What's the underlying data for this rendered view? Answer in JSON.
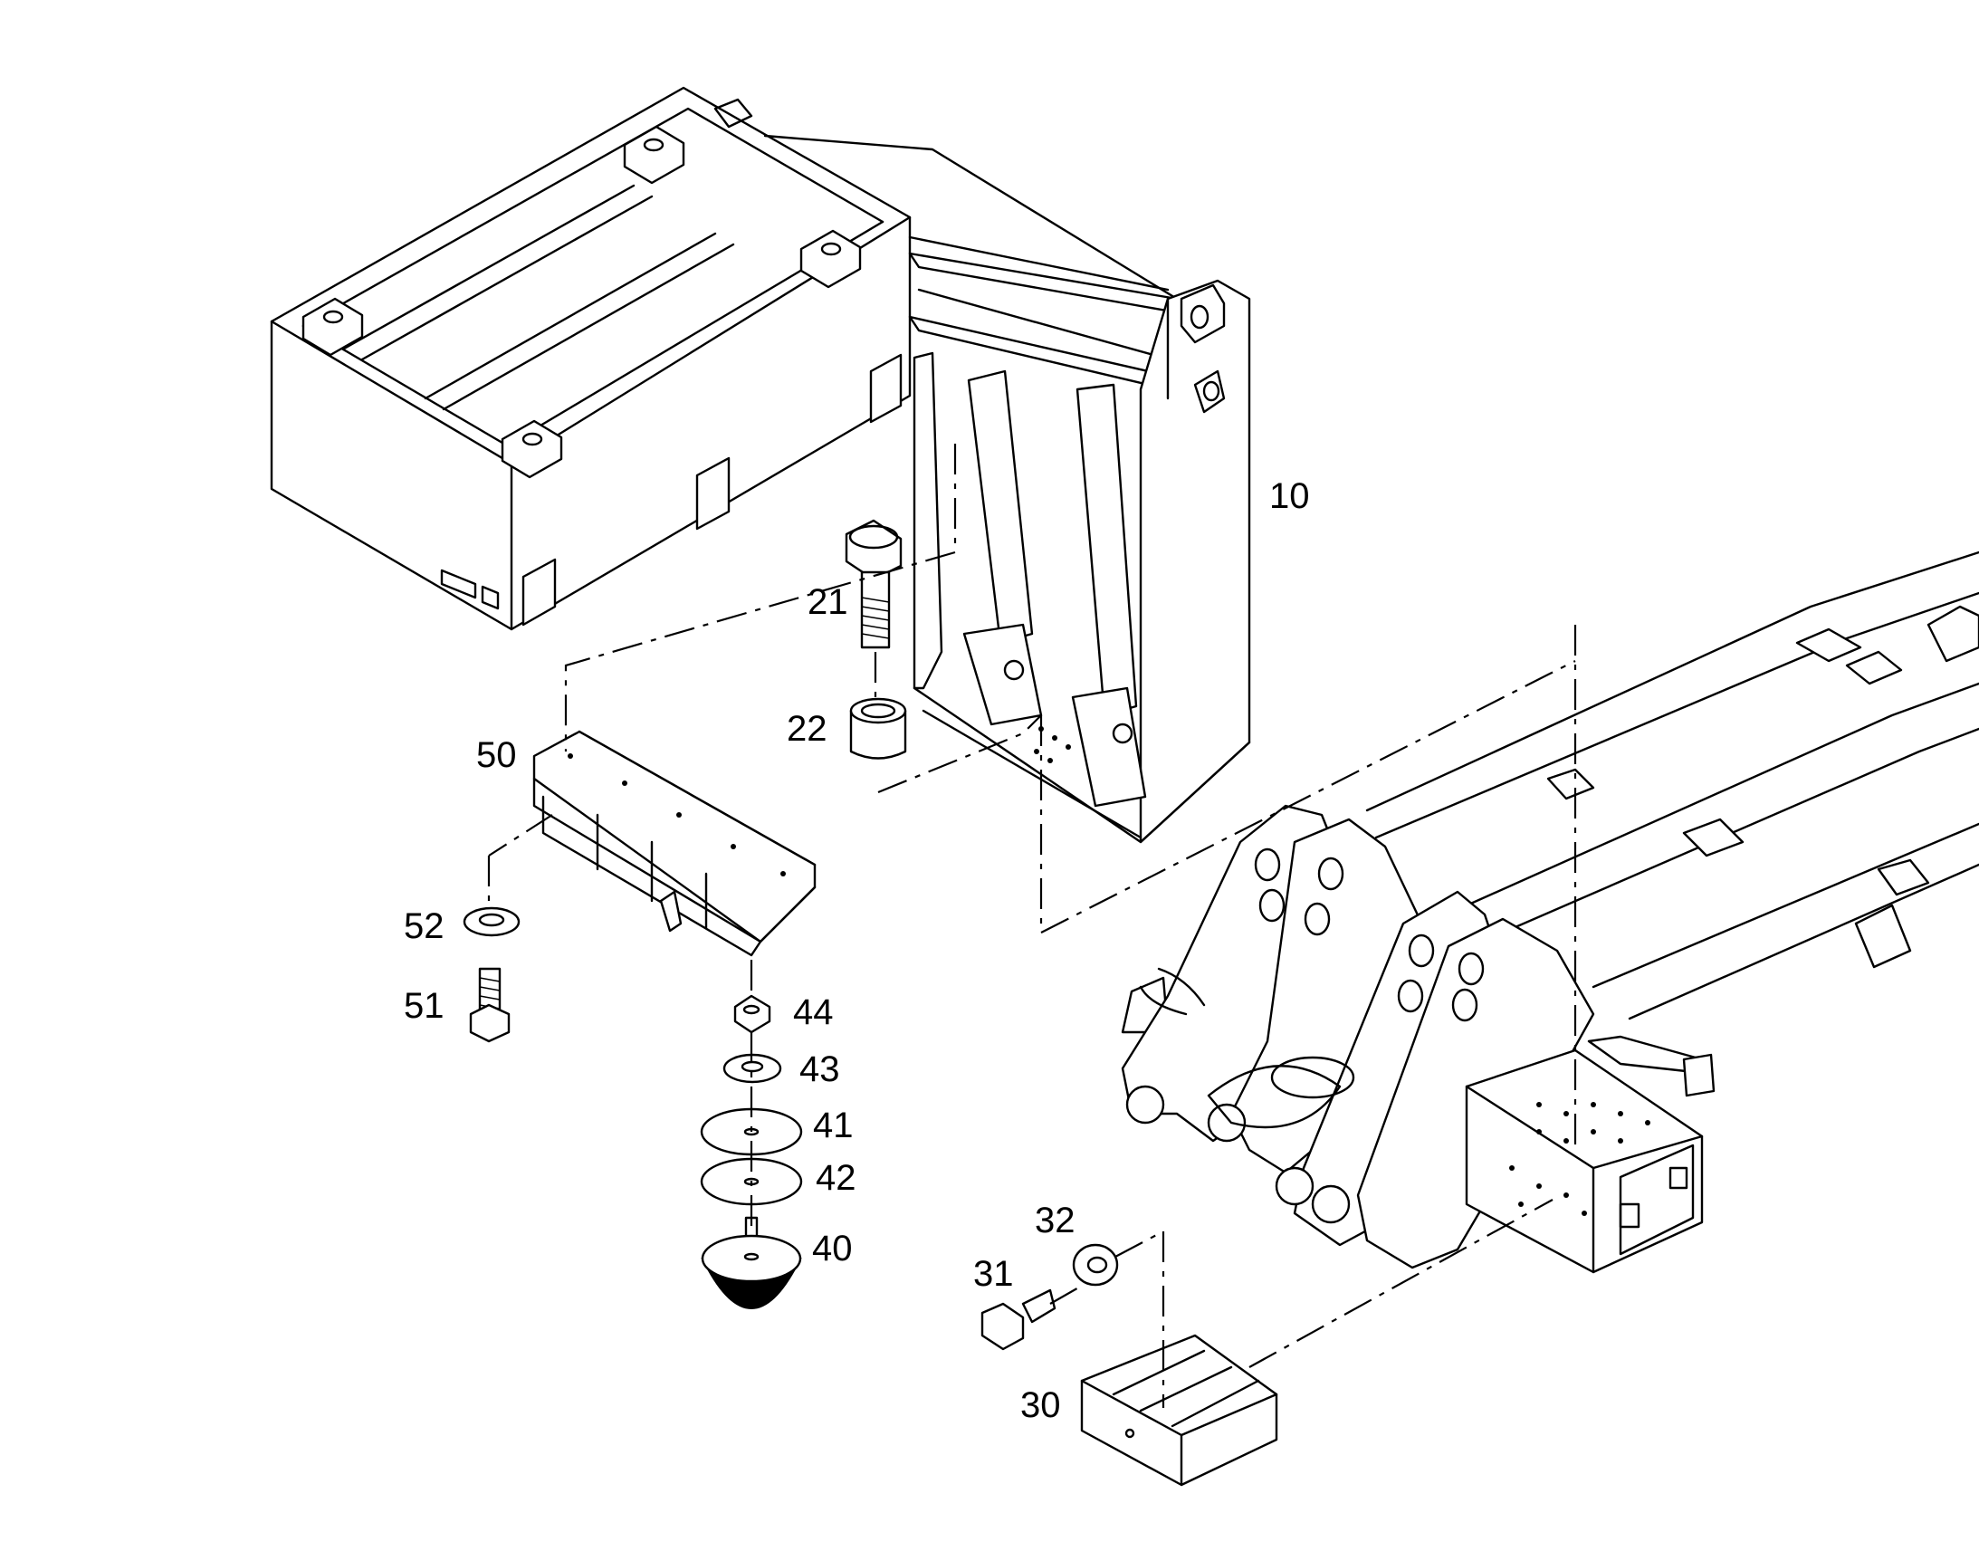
{
  "diagram": {
    "callouts": {
      "p10": "10",
      "p21": "21",
      "p22": "22",
      "p30": "30",
      "p31": "31",
      "p32": "32",
      "p40": "40",
      "p41": "41",
      "p42": "42",
      "p43": "43",
      "p44": "44",
      "p50": "50",
      "p51": "51",
      "p52": "52"
    }
  }
}
